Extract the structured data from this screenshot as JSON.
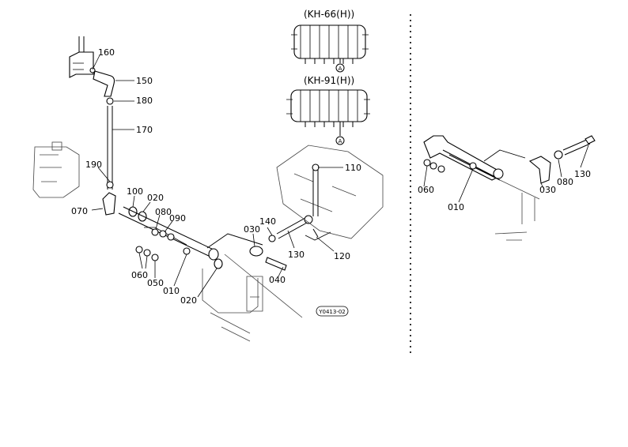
{
  "variants": {
    "kh66": "(KH-66(H))",
    "kh91": "(KH-91(H))",
    "ref_marker": "A"
  },
  "drawing_code": "Y0413-02",
  "callouts": {
    "p160": "160",
    "p150": "150",
    "p180": "180",
    "p170": "170",
    "p190": "190",
    "p100": "100",
    "p020a": "020",
    "p080a": "080",
    "p090": "090",
    "p070": "070",
    "p060a": "060",
    "p050": "050",
    "p010a": "010",
    "p020b": "020",
    "p030a": "030",
    "p140": "140",
    "p130a": "130",
    "p040": "040",
    "p110": "110",
    "p120": "120",
    "p060b": "060",
    "p010b": "010",
    "p030b": "030",
    "p080b": "080",
    "p130b": "130"
  }
}
